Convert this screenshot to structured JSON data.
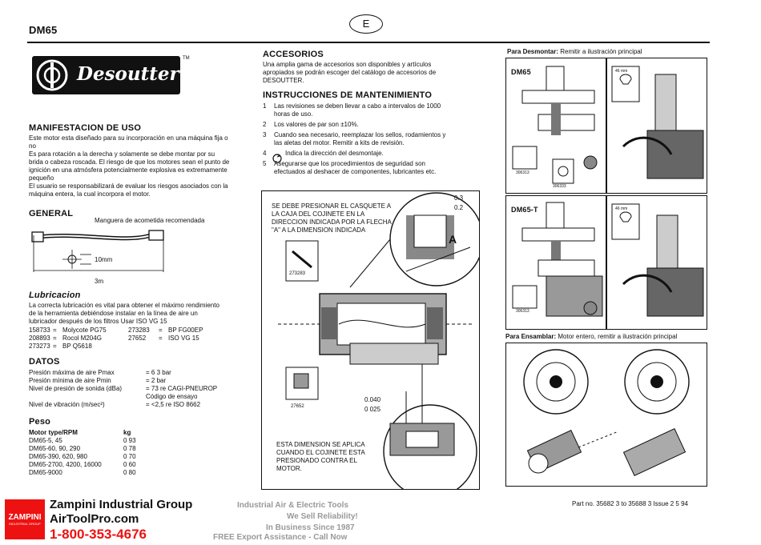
{
  "header": {
    "model": "DM65",
    "lang_letter": "E"
  },
  "logo": {
    "brand": "Desoutter",
    "tm": "TM"
  },
  "left": {
    "manifest_title": "MANIFESTACION DE USO",
    "manifest_lines": [
      "Este motor esta diseñado para su incorporación en una máquina fija o",
      "no",
      "Es para rotación a la derecha y solamente se debe montar por su",
      "brida o cabeza roscada. El riesgo de que los motores sean el punto de",
      "ignición en una atmósfera potencialmente explosiva es extremamente",
      "pequeño",
      "El usuario se responsabilizará de evaluar los riesgos asociados con la",
      "máquina entera, la cual incorpora el motor."
    ],
    "general_title": "GENERAL",
    "hose_caption": "Manguera de acometida recomendada",
    "dim_10mm": "10mm",
    "dim_3m": "3m",
    "lub_title": "Lubricacion",
    "lub_lines": [
      "La correcta lubricación es vital para obtener el máximo rendimiento",
      "de la herramienta debiéndose instalar en la línea de aire un",
      "lubricador después de los filtros  Usar ISO VG 15"
    ],
    "lub_table": [
      [
        "158733",
        "=",
        "Molycote PG75",
        "273283",
        "=",
        "BP FG00EP"
      ],
      [
        "208893",
        "=",
        "Rocol M204G",
        "27652",
        "=",
        "ISO VG 15"
      ],
      [
        "273273",
        "=",
        "BP Q5618",
        "",
        "",
        ""
      ]
    ],
    "datos_title": "DATOS",
    "datos_rows": [
      [
        "Presión máxima de aire Pmax",
        "= 6 3 bar"
      ],
      [
        "Presión mínima de aire Pmin",
        "= 2 bar"
      ],
      [
        "Nivel de presión de sonida (dBa)",
        "= 73 re  CAGI-PNEUROP"
      ],
      [
        "",
        "Código de ensayo"
      ],
      [
        "Nivel de vibración (m/sec²)",
        "= <2,5 re  ISO 8662"
      ]
    ],
    "peso_title": "Peso",
    "peso_header": [
      "Motor type/RPM",
      "kg"
    ],
    "peso_rows": [
      [
        "DM65-5, 45",
        "0 93"
      ],
      [
        "DM65-60, 90, 290",
        "0 78"
      ],
      [
        "DM65-390, 620, 980",
        "0 70"
      ],
      [
        "DM65-2700, 4200, 16000",
        "0 60"
      ],
      [
        "DM65-9000",
        "0 80"
      ]
    ]
  },
  "middle": {
    "acc_title": "ACCESORIOS",
    "acc_lines": [
      "Una amplia gama de accesorios son disponibles y artículos",
      "apropiados se podrán escoger del catálogo de accesorios de",
      "DESOUTTER."
    ],
    "maint_title": "INSTRUCCIONES DE MANTENIMIENTO",
    "maint_items": [
      {
        "n": "1",
        "lines": [
          "Las revisiones se deben llevar a cabo a intervalos de 1000",
          "horas de uso."
        ]
      },
      {
        "n": "2",
        "lines": [
          "Los valores de par son ±10%."
        ]
      },
      {
        "n": "3",
        "lines": [
          "Cuando sea necesario, reemplazar los sellos, rodamientos y",
          "las aletas del motor. Remitir a kits de revisión."
        ]
      },
      {
        "n": "4",
        "lines": [
          "Indica la dirección del desmontaje."
        ]
      },
      {
        "n": "5",
        "lines": [
          "Asegurarse que los procedimientos de seguridad son",
          "efectuados al deshacer de componentes, lubricantes etc."
        ]
      }
    ],
    "diagram": {
      "press_lines": [
        "SE DEBE PRESIONAR EL CASQUETE A",
        "LA CAJA DEL COJINETE EN LA",
        "DIRECCION INDICADA POR LA FLECHA",
        "\"A\" A LA DIMENSION INDICADA"
      ],
      "dim_top_1": "0.3",
      "dim_top_2": "0.2",
      "arrow_label": "A",
      "part_1": "273283",
      "part_2": "27652",
      "dim_mid_1": "0.040",
      "dim_mid_2": "0 025",
      "apply_lines": [
        "ESTA DIMENSION SE APLICA",
        "CUANDO EL COJINETE ESTA",
        "PRESIONADO CONTRA EL",
        "MOTOR."
      ]
    }
  },
  "right": {
    "disassemble_label": "Para Desmontar:",
    "disassemble_text": "Remitir a ilustración principal",
    "dm65": "DM65",
    "dm65t": "DM65-T",
    "parts": [
      "306313",
      "306333",
      "306313"
    ],
    "size_46": "46 mm",
    "size_46b": "46 mm",
    "assemble_label": "Para Ensamblar:",
    "assemble_text": "Motor entero, remitir a ilustración principal"
  },
  "footer": {
    "company": "Zampini Industrial Group",
    "site": "AirToolPro.com",
    "phone": "1-800-353-4676",
    "badge_top": "ZAMPINI",
    "badge_bottom": "INDUSTRIAL GROUP",
    "tag1": "Industrial Air & Electric Tools",
    "tag2": "We Sell Reliability!",
    "tag3": "In Business Since 1987",
    "tag4": "FREE Export Assistance - Call Now",
    "part_no": "Part no. 35682 3 to 35688 3  Issue 2  5 94"
  }
}
